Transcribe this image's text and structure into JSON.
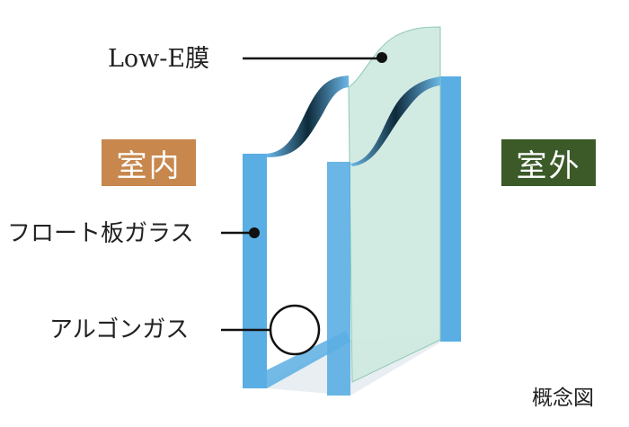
{
  "labels": {
    "low_e": "Low-E膜",
    "float_glass": "フロート板ガラス",
    "argon": "アルゴンガス",
    "indoor": "室内",
    "outdoor": "室外",
    "concept": "概念図"
  },
  "colors": {
    "indoor_bg": "#c7874d",
    "outdoor_bg": "#3b5a28",
    "glass_blue": "#5aaee3",
    "low_e_green": "#cde9df"
  }
}
